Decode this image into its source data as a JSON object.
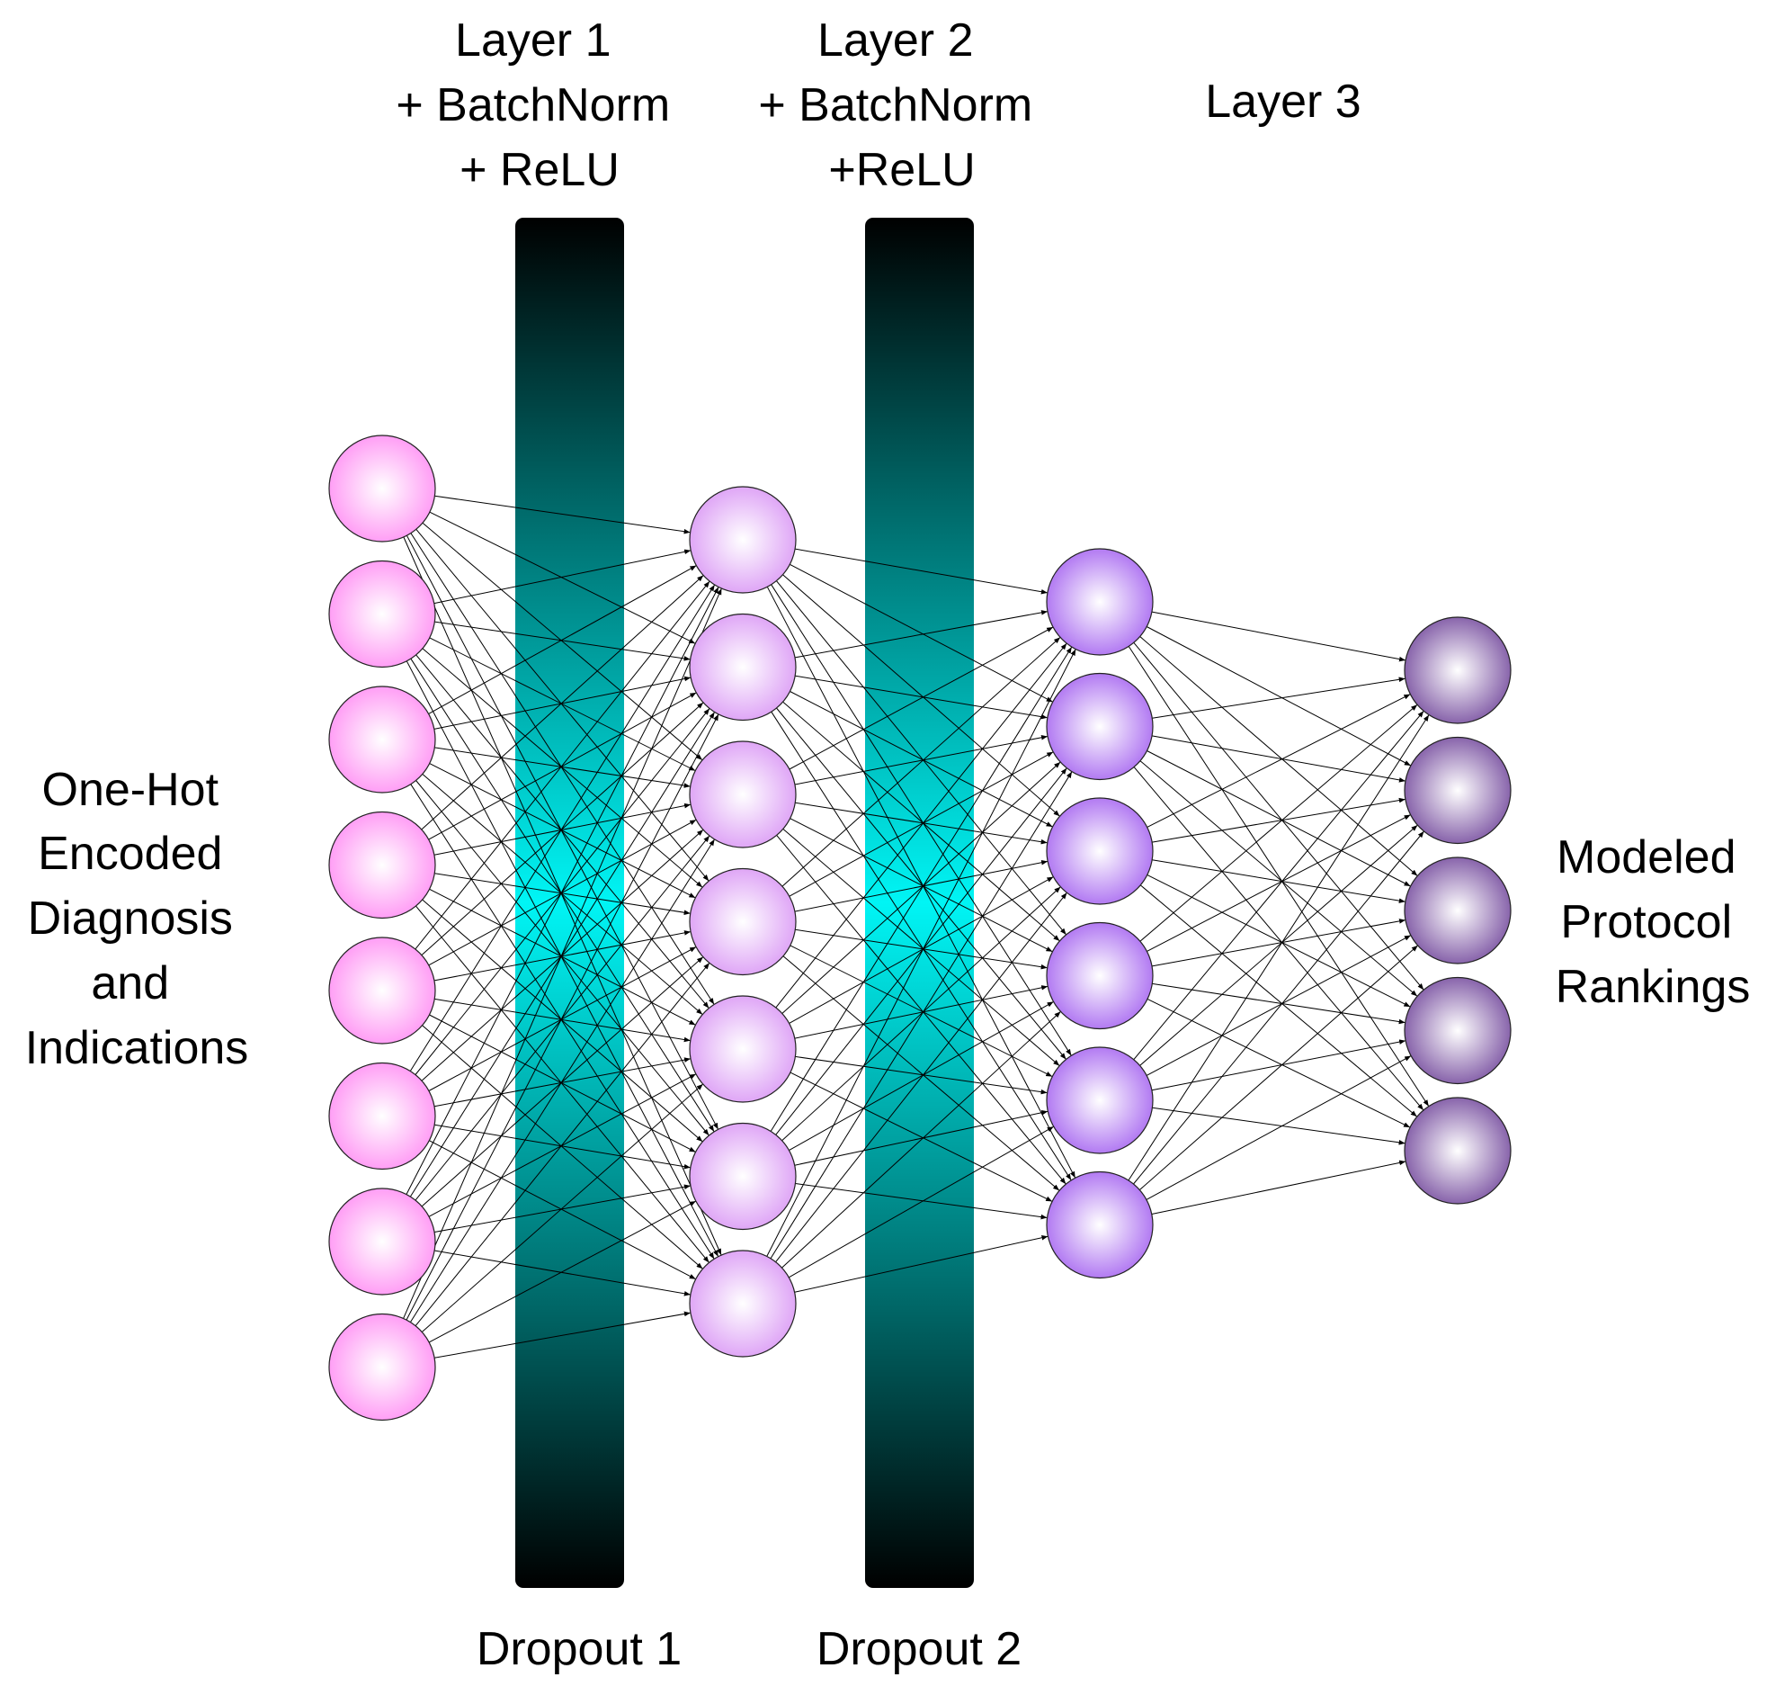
{
  "labels": {
    "layer1": [
      "Layer 1",
      "+ BatchNorm",
      "+ ReLU"
    ],
    "layer2": [
      "Layer 2",
      "+ BatchNorm",
      "+ReLU"
    ],
    "layer3": [
      "Layer 3"
    ],
    "input": [
      "One-Hot",
      "Encoded",
      "Diagnosis",
      "and",
      "Indications"
    ],
    "output": [
      "Modeled",
      "Protocol",
      "Rankings"
    ],
    "dropout1": [
      "Dropout 1"
    ],
    "dropout2": [
      "Dropout 2"
    ]
  },
  "network": {
    "layer_sizes": [
      8,
      7,
      6,
      5
    ],
    "fully_connected": true
  },
  "colors": {
    "node_input": "#ff9ef5",
    "node_hidden1": "#e0a8f5",
    "node_hidden2": "#b47cf2",
    "node_output": "#8a68ad",
    "dropout_center": "#00f5f5",
    "dropout_mid": "#009a9a",
    "dropout_edge": "#000000"
  }
}
